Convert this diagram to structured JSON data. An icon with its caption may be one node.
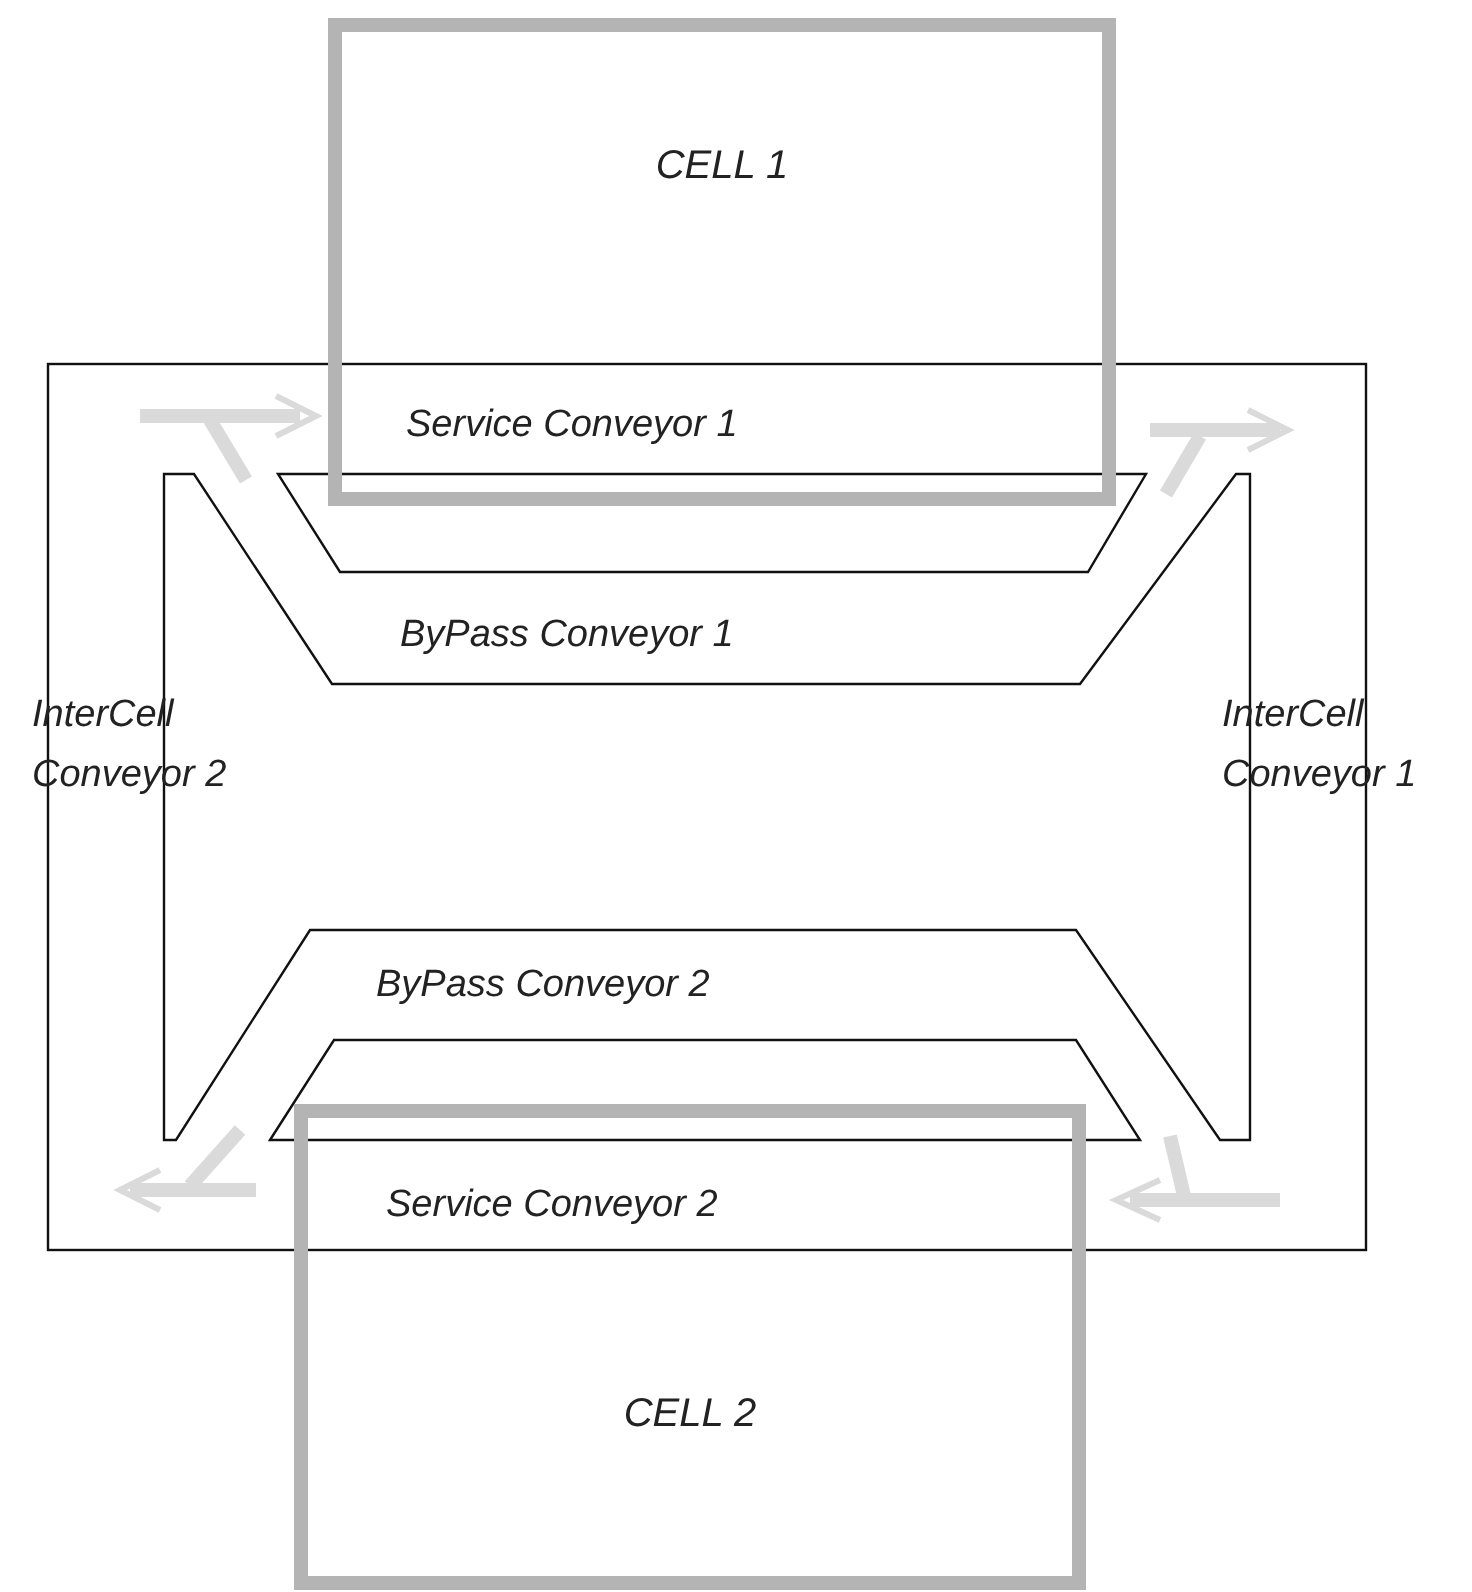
{
  "diagram": {
    "nodes": [
      {
        "text": [
          "CELL 1"
        ]
      },
      {
        "text": [
          "CELL 2"
        ]
      }
    ],
    "labels": [
      "Service Conveyor 1",
      "ByPass Conveyor 1",
      "InterCell Conveyor 2",
      "InterCell Conveyor 1",
      "ByPass Conveyor 2",
      "Service Conveyor 2"
    ]
  }
}
